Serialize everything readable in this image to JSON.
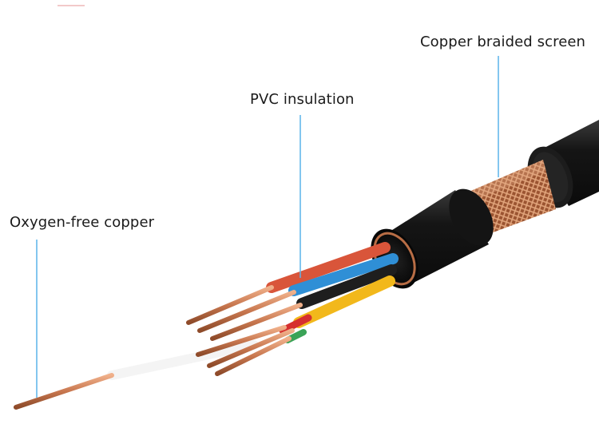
{
  "labels": {
    "braided_screen": "Copper braided screen",
    "pvc_insulation": "PVC insulation",
    "oxygen_free_copper": "Oxygen-free copper"
  },
  "colors": {
    "leader_line": "#5ab4ea",
    "outer_jacket": "#1b1b1b",
    "copper": "#c8774f",
    "braid": "#b5673e",
    "core_red": "#d9553a",
    "core_blue": "#2f8fd6",
    "core_black": "#1e1e1e",
    "core_yellow": "#f2b81b",
    "core_green": "#3aa357",
    "core_white": "#f4f4f4"
  }
}
